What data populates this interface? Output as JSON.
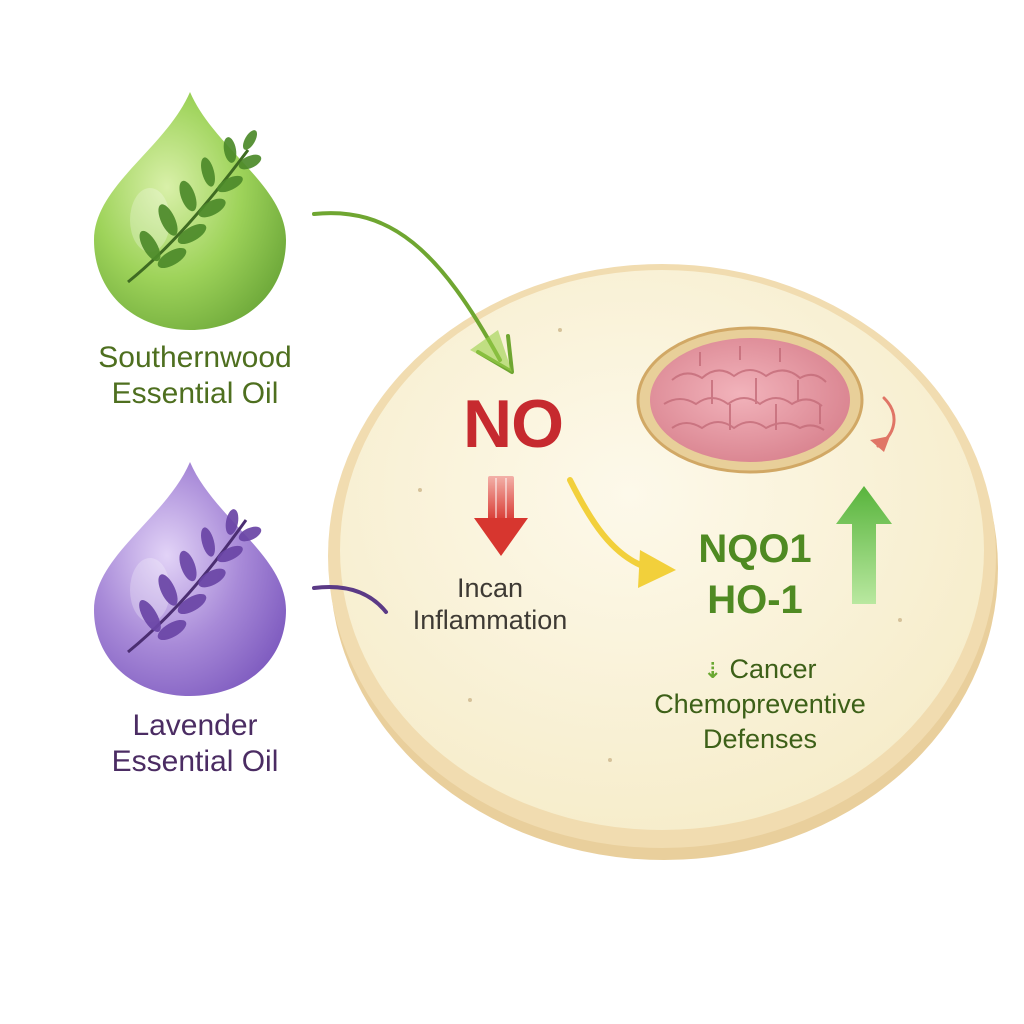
{
  "oils": {
    "southernwood": {
      "line1": "Southernwood",
      "line2": "Essential Oil",
      "color": "#8cc63f"
    },
    "lavender": {
      "line1": "Lavender",
      "line2": "Essential Oil",
      "color": "#9b7bd3"
    }
  },
  "cell": {
    "no_label": "NO",
    "effect_line1": "Incan",
    "effect_line2": "Inflammation",
    "enzyme_1": "NQO1",
    "enzyme_2": "HO-1",
    "defense_arrow": "⇣",
    "defense_line1": "Cancer",
    "defense_line2": "Chemopreventive",
    "defense_line3": "Defenses"
  },
  "colors": {
    "cell_fill": "#fbf5e1",
    "cell_rim": "#eed7a8",
    "nucleus": "#e69aa4",
    "decrease_arrow": "#d73a3a",
    "increase_arrow": "#6cbf4a",
    "no_to_enzyme_arrow": "#f2d03b"
  }
}
